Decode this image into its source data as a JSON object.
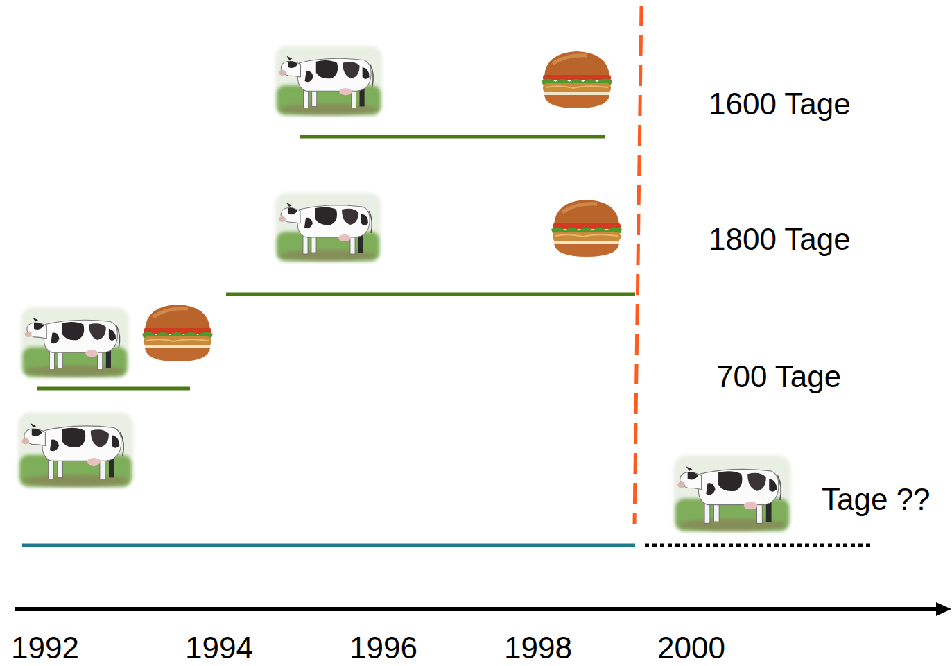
{
  "diagram": {
    "labels": [
      "1600 Tage",
      "1800 Tage",
      "700 Tage",
      "Tage ??",
      "1992",
      "1994",
      "1996",
      "1998",
      "2000"
    ]
  }
}
